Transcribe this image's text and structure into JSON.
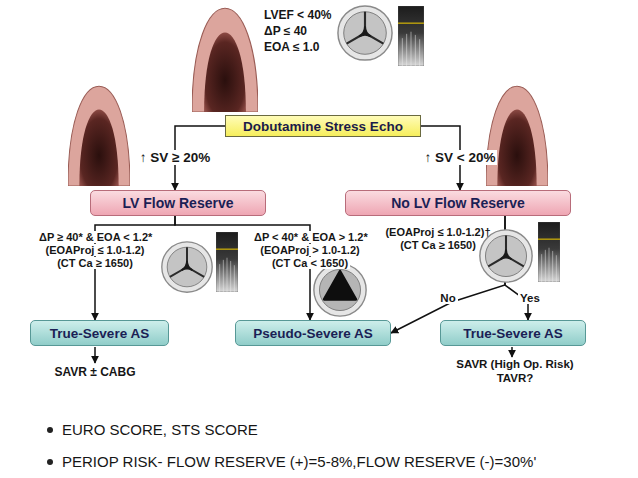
{
  "diagram": {
    "nodes": [
      {
        "text": [
          "Dobutamine Stress Echo"
        ]
      },
      {
        "text": [
          "LV Flow Reserve"
        ]
      },
      {
        "text": [
          "No LV Flow Reserve"
        ]
      },
      {
        "text": [
          "True-Severe AS"
        ]
      },
      {
        "text": [
          "Pseudo-Severe AS"
        ]
      },
      {
        "text": [
          "True-Severe AS"
        ]
      }
    ],
    "edges": [
      {
        "from": 0,
        "to": 1,
        "label": "↑ SV ≥ 20%",
        "arrow": "to"
      },
      {
        "from": 0,
        "to": 2,
        "label": "↑ SV < 20%",
        "arrow": "to"
      },
      {
        "from": 1,
        "to": 3,
        "label": "ΔP ≥ 40* & EOA < 1.2* (EOAProj ≤ 1.0-1.2) (CT Ca ≥ 1650)",
        "arrow": "to"
      },
      {
        "from": 1,
        "to": 4,
        "label": "ΔP < 40* & EOA > 1.2* (EOAProj > 1.0-1.2) (CT Ca < 1650)",
        "arrow": "to"
      },
      {
        "from": 2,
        "to": 4,
        "label": "No",
        "arrow": "to"
      },
      {
        "from": 2,
        "to": 5,
        "label": "Yes",
        "arrow": "to"
      }
    ],
    "labels": [
      "LVEF < 40%",
      "ΔP ≤ 40",
      "EOA ≤ 1.0",
      "(EOAProj ≤ 1.0-1.2)† (CT Ca ≥ 1650)",
      "SAVR ± CABG",
      "SAVR (High Op. Risk)",
      "TAVR?",
      "EURO SCORE, STS SCORE",
      "PERIOP RISK- FLOW RESERVE (+)=5-8%,FLOW RESERVE (-)=30%'"
    ]
  }
}
